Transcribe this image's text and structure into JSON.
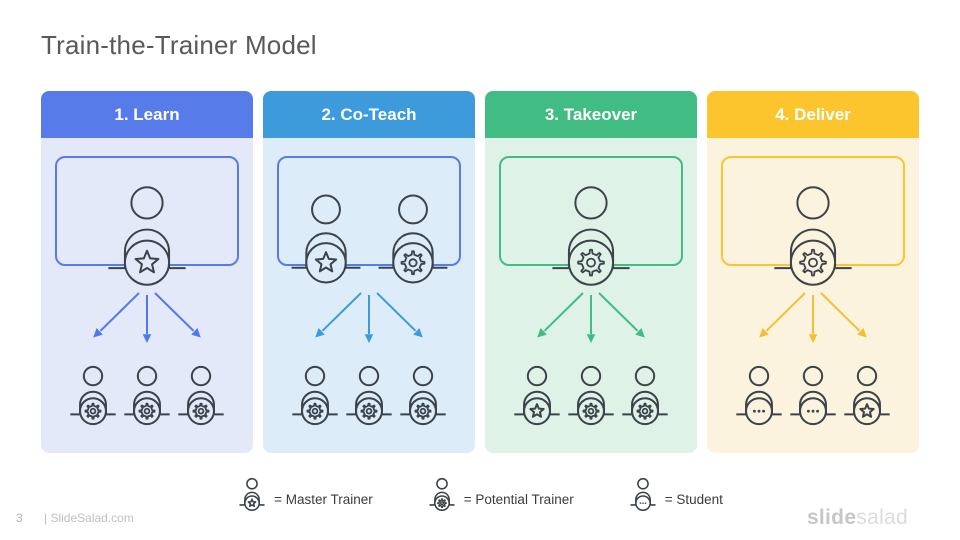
{
  "title": "Train-the-Trainer Model",
  "icon_color": "#3c434b",
  "columns": [
    {
      "header": "1. Learn",
      "colors": {
        "header": "#587bea",
        "body": "#e4e9f9",
        "box": "#587bea",
        "arrow": "#4e79e8"
      },
      "box_badges": [
        "star"
      ],
      "student_badges": [
        "gear",
        "gear",
        "gear"
      ]
    },
    {
      "header": "2. Co-Teach",
      "colors": {
        "header": "#3d9bdc",
        "body": "#dcedf9",
        "box": "#587bea",
        "arrow": "#3d9bdc"
      },
      "box_badges": [
        "star",
        "gear"
      ],
      "student_badges": [
        "gear",
        "gear",
        "gear"
      ]
    },
    {
      "header": "3. Takeover",
      "colors": {
        "header": "#41bd83",
        "body": "#dff2e8",
        "box": "#41bd83",
        "arrow": "#3ebe86"
      },
      "box_badges": [
        "gear"
      ],
      "student_badges": [
        "star",
        "gear",
        "gear"
      ]
    },
    {
      "header": "4. Deliver",
      "colors": {
        "header": "#fcc52d",
        "body": "#fbf3de",
        "box": "#fcc52d",
        "arrow": "#f5be35"
      },
      "box_badges": [
        "gear"
      ],
      "student_badges": [
        "dots",
        "dots",
        "star"
      ]
    }
  ],
  "legend": [
    {
      "badge": "star",
      "label": "= Master Trainer"
    },
    {
      "badge": "gear",
      "label": "= Potential Trainer"
    },
    {
      "badge": "dots",
      "label": "= Student"
    }
  ],
  "footer": {
    "page_number": "3",
    "site": "| SlideSalad.com",
    "logo_bold": "slide",
    "logo_light": "salad"
  }
}
